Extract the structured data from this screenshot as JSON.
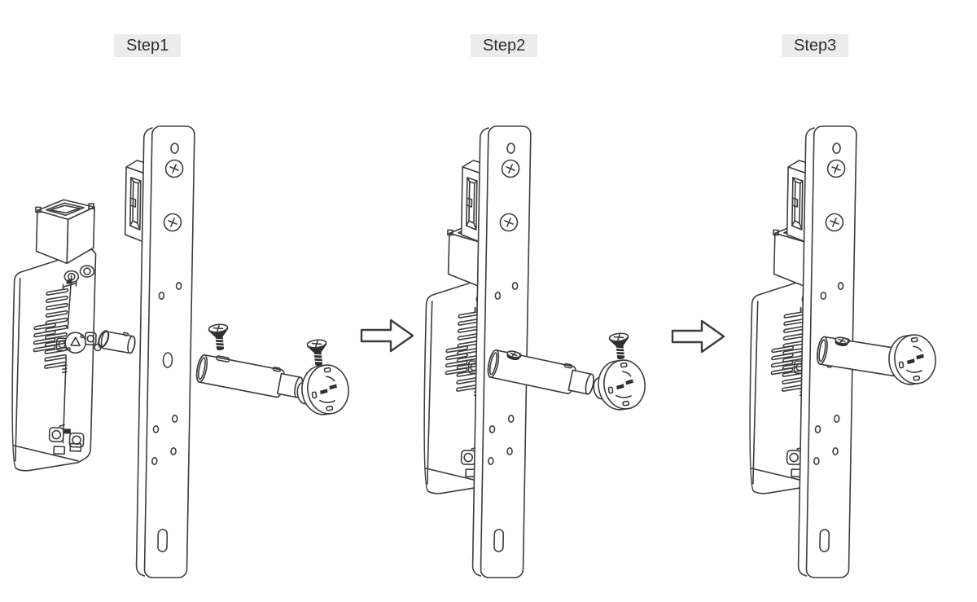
{
  "page": {
    "background_color": "#ffffff",
    "line_color": "#3d3d3d",
    "label_background": "#ececec",
    "label_text_color": "#2e2e2e"
  },
  "steps": [
    {
      "label": "Step1",
      "parts": [
        "lock-body",
        "retaining-pin",
        "mounting-plate",
        "countersunk-screw",
        "spindle-shaft",
        "countersunk-screw",
        "spindle-end-cap"
      ]
    },
    {
      "label": "Step2",
      "parts": [
        "lock-body-mounted",
        "mounting-plate",
        "spindle-inserted-with-screw",
        "countersunk-screw",
        "spindle-end-cap"
      ]
    },
    {
      "label": "Step3",
      "parts": [
        "lock-body-mounted",
        "mounting-plate",
        "spindle-with-screw",
        "end-cap-installed"
      ]
    }
  ],
  "arrows": [
    {
      "between": "Step1-Step2",
      "direction": "right"
    },
    {
      "between": "Step2-Step3",
      "direction": "right"
    }
  ]
}
